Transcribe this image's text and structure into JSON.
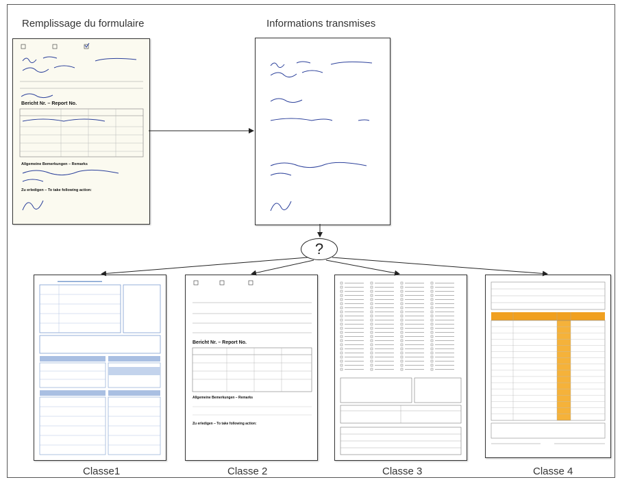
{
  "top": {
    "left_label": "Remplissage du formulaire",
    "right_label": "Informations transmises"
  },
  "decision_symbol": "?",
  "classes": [
    {
      "label": "Classe1"
    },
    {
      "label": "Classe 2"
    },
    {
      "label": "Classe 3"
    },
    {
      "label": "Classe 4"
    }
  ],
  "form": {
    "report_title": "Bericht Nr. – Report No.",
    "remarks_title": "Allgemeine Bemerkungen – Remarks",
    "actions_title": "Zu erledigen – To take following action:"
  },
  "colors": {
    "class1_accent": "#7a9ccf",
    "class4_accent": "#f0a020",
    "ink": "#2a3f9a"
  }
}
